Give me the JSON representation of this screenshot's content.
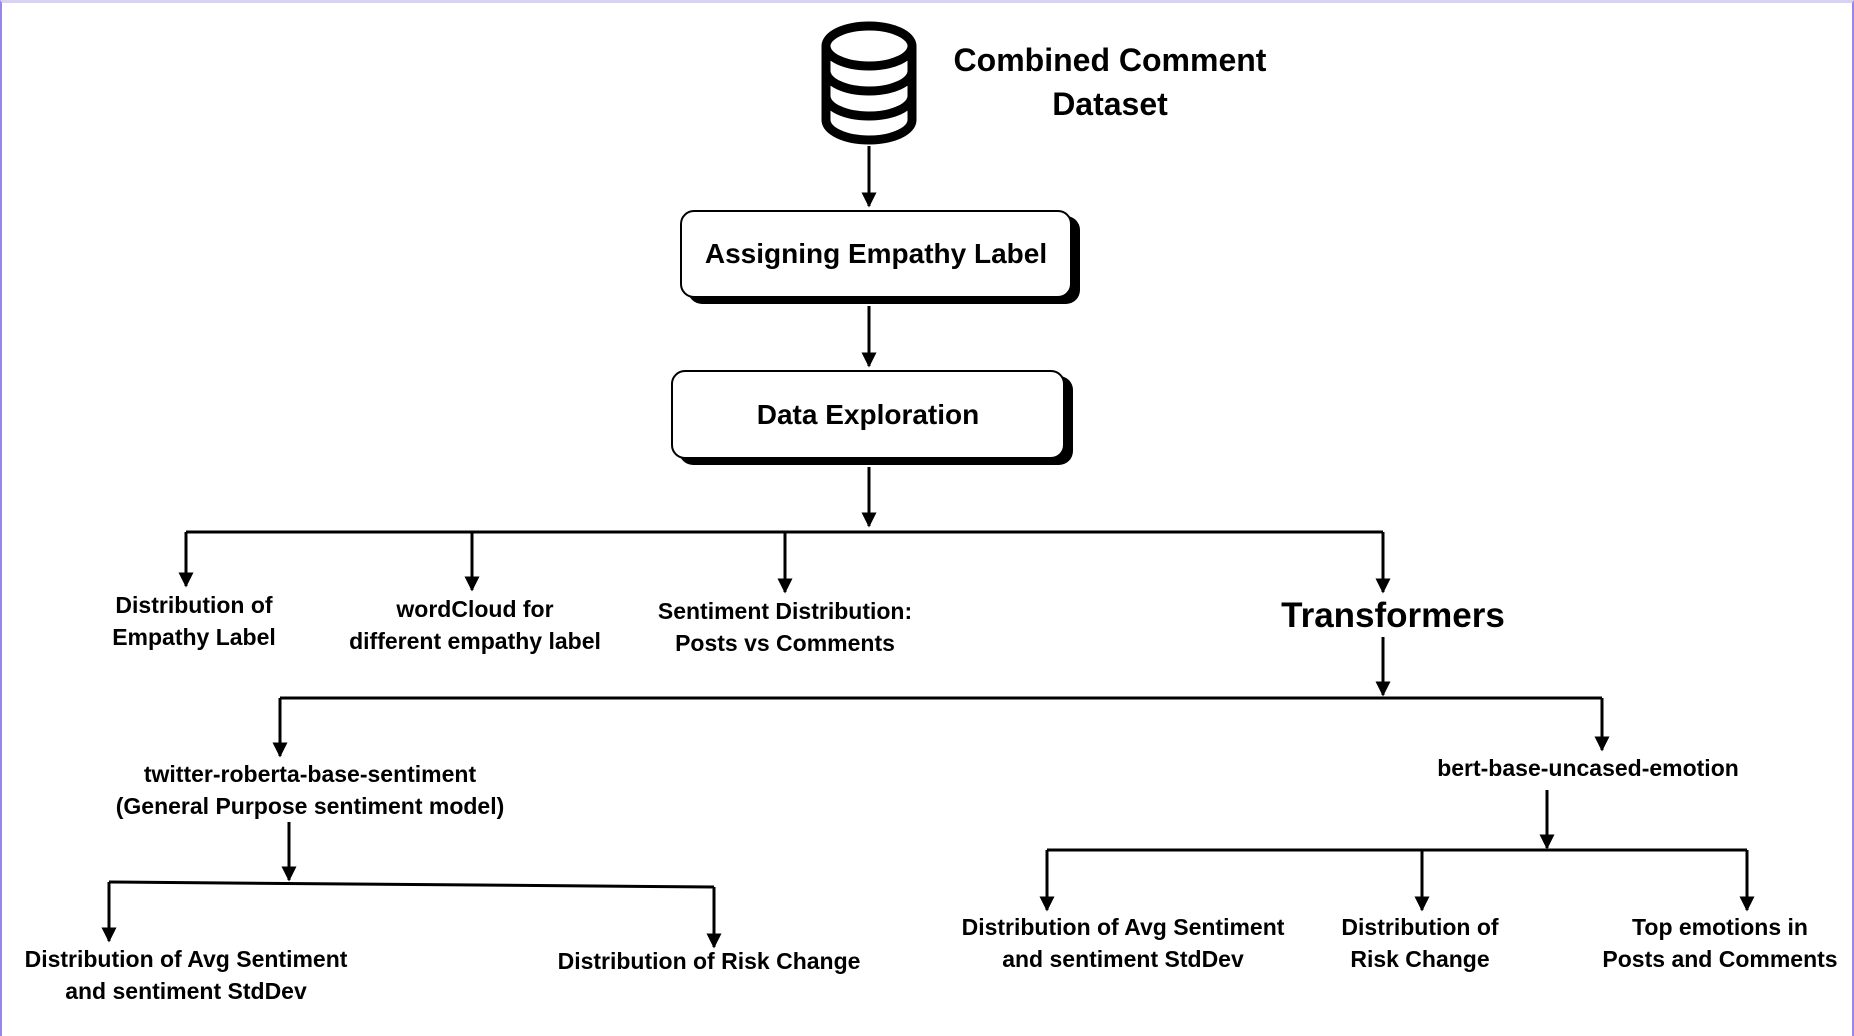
{
  "nodes": {
    "dataset": {
      "line1": "Combined Comment",
      "line2": "Dataset",
      "icon": "database-icon"
    },
    "assign_label": "Assigning Empathy Label",
    "data_exploration": "Data Exploration",
    "dist_empathy": {
      "line1": "Distribution of",
      "line2": "Empathy Label"
    },
    "wordcloud": {
      "line1": "wordCloud for",
      "line2": "different empathy label"
    },
    "sentiment_dist": {
      "line1": "Sentiment Distribution:",
      "line2": "Posts vs Comments"
    },
    "transformers": "Transformers",
    "roberta": {
      "line1": "twitter-roberta-base-sentiment",
      "line2": "(General Purpose sentiment model)"
    },
    "bert": "bert-base-uncased-emotion",
    "roberta_avg": {
      "line1": "Distribution of Avg Sentiment",
      "line2": "and sentiment StdDev"
    },
    "roberta_risk": "Distribution of Risk Change",
    "bert_avg": {
      "line1": "Distribution of Avg Sentiment",
      "line2": "and sentiment StdDev"
    },
    "bert_risk": {
      "line1": "Distribution of",
      "line2": "Risk Change"
    },
    "bert_top": {
      "line1": "Top emotions in",
      "line2": "Posts and Comments"
    }
  }
}
